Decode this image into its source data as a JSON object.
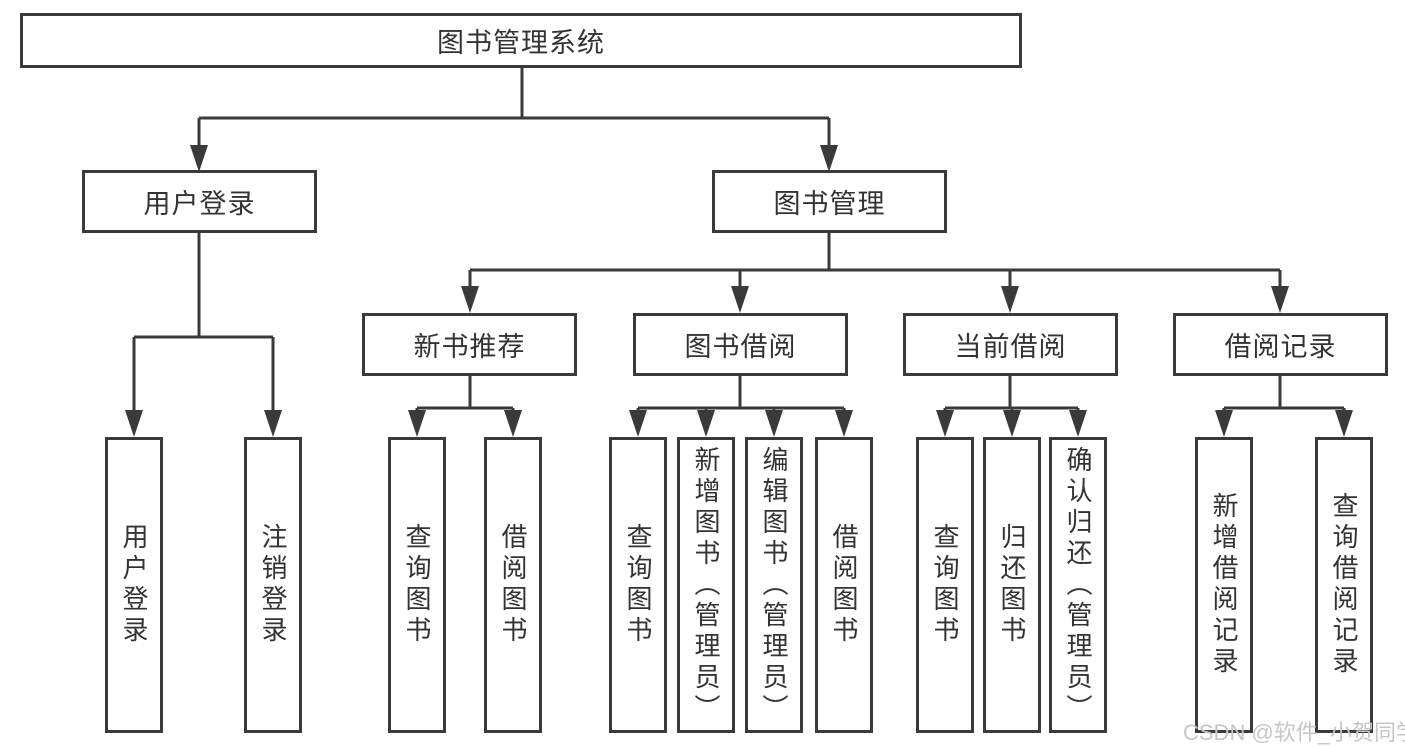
{
  "diagram": {
    "nodes": {
      "root": "图书管理系统",
      "user_login": "用户登录",
      "book_mgmt": "图书管理",
      "leaf_user_login": "用户登录",
      "leaf_logout": "注销登录",
      "new_book_rec": "新书推荐",
      "book_borrow": "图书借阅",
      "current_borrow": "当前借阅",
      "borrow_records": "借阅记录",
      "rec_query_books": "查询图书",
      "rec_borrow_books": "借阅图书",
      "bb_query_books": "查询图书",
      "bb_add_books": "新增图书（管理员）",
      "bb_edit_books": "编辑图书（管理员）",
      "bb_borrow_books": "借阅图书",
      "cb_query_books": "查询图书",
      "cb_return_books": "归还图书",
      "cb_confirm_return": "确认归还（管理员）",
      "br_add_record": "新增借阅记录",
      "br_query_record": "查询借阅记录"
    }
  },
  "watermark": "CSDN @软件_小贺同学",
  "colors": {
    "line": "#3a3a3a",
    "text": "#333333",
    "watermark": "#c9c4c6",
    "background": "#ffffff"
  }
}
